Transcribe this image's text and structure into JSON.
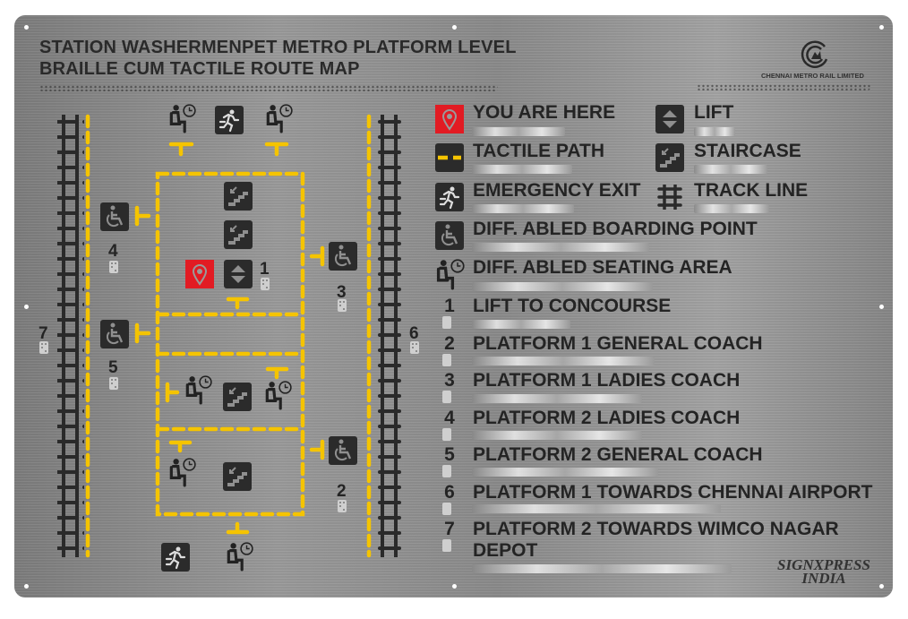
{
  "title_line1": "STATION WASHERMENPET METRO PLATFORM LEVEL",
  "title_line2": "BRAILLE CUM TACTILE  ROUTE MAP",
  "logo": {
    "text": "CHENNAI METRO RAIL LIMITED"
  },
  "maker_logo": {
    "line1": "SIGNXPRESS",
    "line2": "INDIA"
  },
  "colors": {
    "tactile": "#f5c400",
    "here": "#e21b23",
    "icon_bg": "#2b2b2b",
    "text": "#242424"
  },
  "map": {
    "labels": {
      "n1": "1",
      "n2": "2",
      "n3": "3",
      "n4": "4",
      "n5": "5",
      "n6": "6",
      "n7": "7"
    }
  },
  "legend": {
    "you_are_here": "YOU ARE HERE",
    "lift": "LIFT",
    "tactile_path": "TACTILE PATH",
    "staircase": "STAIRCASE",
    "emergency_exit": "EMERGENCY EXIT",
    "track_line": "TRACK LINE",
    "boarding": "DIFF. ABLED BOARDING POINT",
    "seating": "DIFF. ABLED SEATING AREA",
    "items": [
      {
        "num": "1",
        "label": "LIFT TO CONCOURSE"
      },
      {
        "num": "2",
        "label": "PLATFORM 1 GENERAL COACH"
      },
      {
        "num": "3",
        "label": "PLATFORM 1 LADIES COACH"
      },
      {
        "num": "4",
        "label": "PLATFORM 2 LADIES COACH"
      },
      {
        "num": "5",
        "label": "PLATFORM 2 GENERAL COACH"
      },
      {
        "num": "6",
        "label": "PLATFORM 1 TOWARDS CHENNAI AIRPORT"
      },
      {
        "num": "7",
        "label": "PLATFORM 2 TOWARDS WIMCO NAGAR DEPOT"
      }
    ]
  }
}
